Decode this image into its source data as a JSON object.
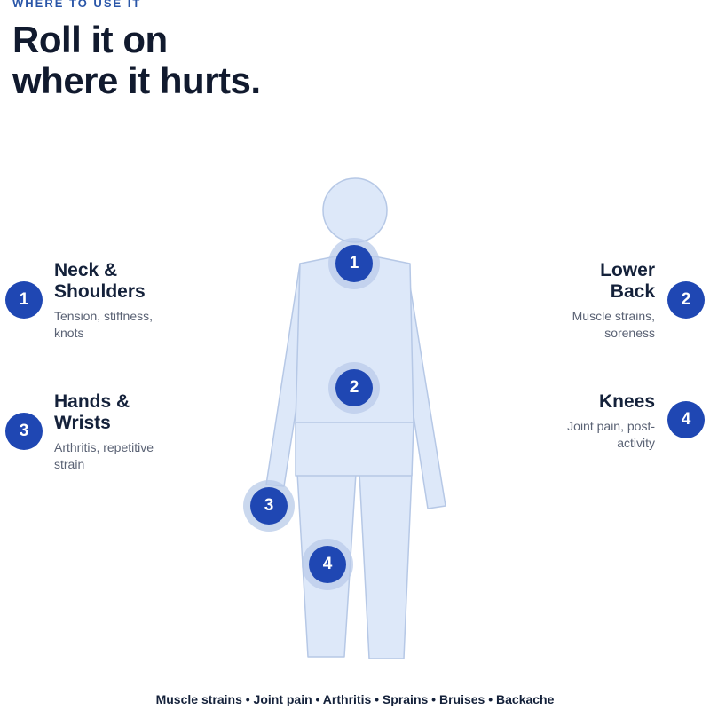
{
  "eyebrow": "WHERE TO USE IT",
  "headline": {
    "line1": "Roll it on",
    "line2": "where it hurts."
  },
  "areas": [
    {
      "number": "1",
      "title_line1": "Neck &",
      "title_line2": "Shoulders",
      "desc_line1": "Tension, stiffness,",
      "desc_line2": "knots"
    },
    {
      "number": "2",
      "title_line1": "Lower",
      "title_line2": "Back",
      "desc_line1": "Muscle strains,",
      "desc_line2": "soreness"
    },
    {
      "number": "3",
      "title_line1": "Hands &",
      "title_line2": "Wrists",
      "desc_line1": "Arthritis, repetitive",
      "desc_line2": "strain"
    },
    {
      "number": "4",
      "title_line1": "Knees",
      "title_line2": "",
      "desc_line1": "Joint pain, post-",
      "desc_line2": "activity"
    }
  ],
  "footer": "Muscle strains • Joint pain • Arthritis • Sprains • Bruises • Backache",
  "colors": {
    "accent": "#1f47b3",
    "body_fill": "#dde8f9",
    "body_stroke": "#b6c8e6",
    "eyebrow": "#2a56a8"
  }
}
